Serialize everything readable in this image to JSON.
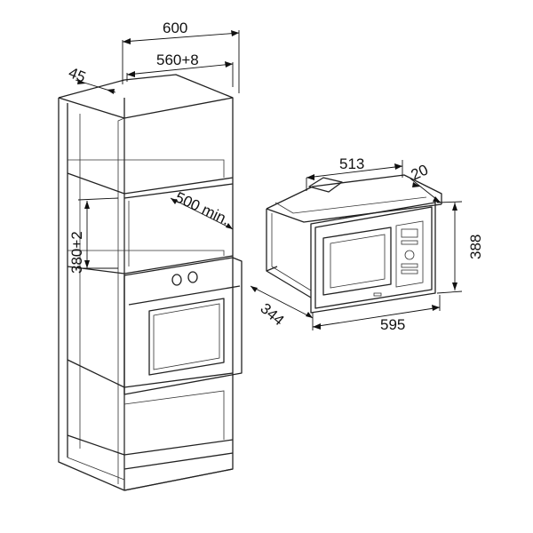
{
  "dimensions": {
    "cabinet_width": "600",
    "niche_width": "560+8",
    "cabinet_side": "45",
    "niche_depth": "500 min.",
    "niche_height": "380+2",
    "microwave_depth": "513",
    "microwave_frame_depth": "20",
    "microwave_height": "388",
    "microwave_side_depth": "344",
    "microwave_width": "595"
  },
  "colors": {
    "line": "#222222",
    "background": "#ffffff"
  }
}
